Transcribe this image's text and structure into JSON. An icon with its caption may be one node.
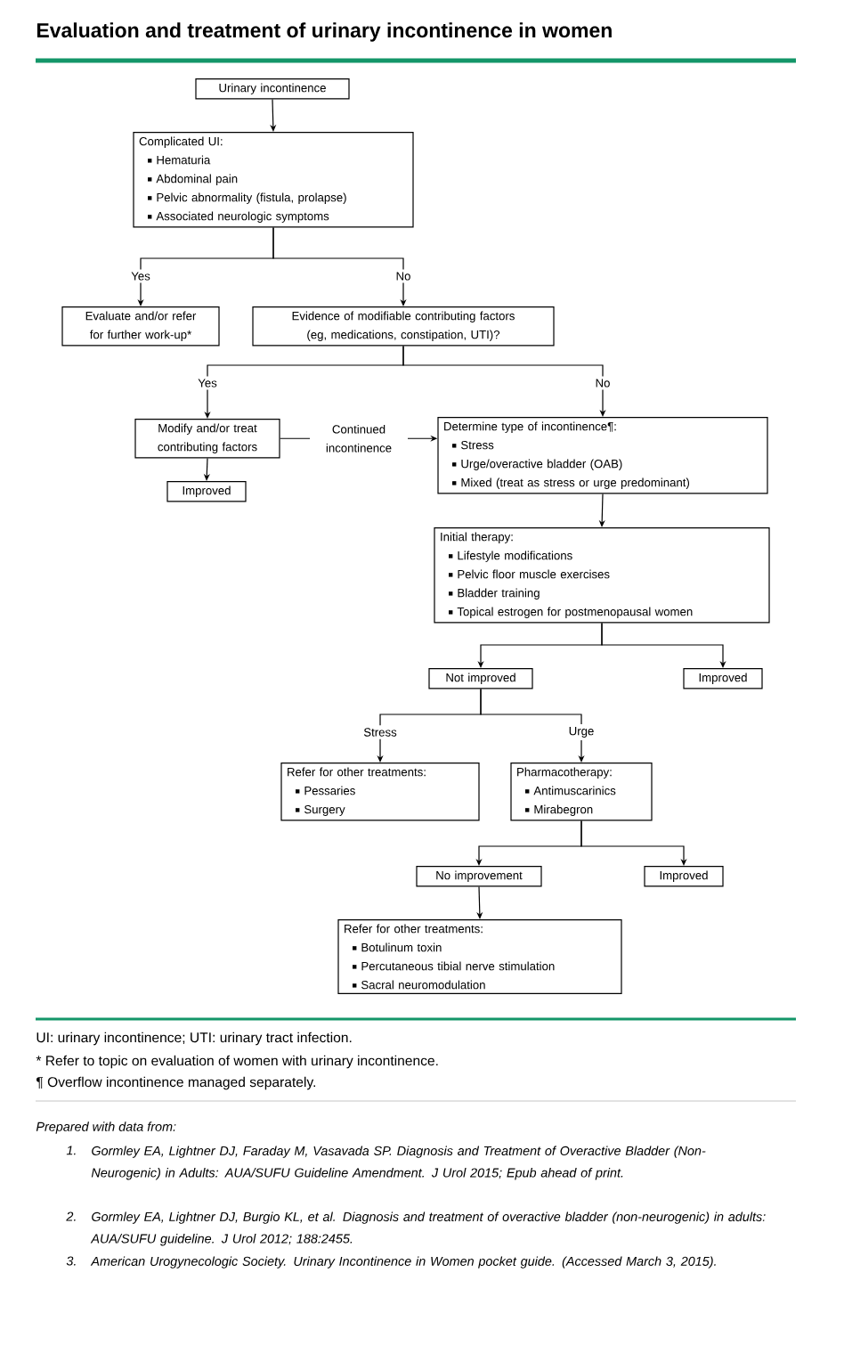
{
  "diagram": {
    "title": "Evaluation and treatment of urinary incontinence in women",
    "nodes": [
      {
        "text": [
          "Urinary incontinence"
        ]
      },
      {
        "text": [
          "Complicated UI:",
          "Hematuria",
          "Abdominal pain",
          "Pelvic abnormality (fistula, prolapse)",
          "Associated neurologic symptoms"
        ]
      },
      {
        "text": [
          "Evaluate and/or refer for further work-up*"
        ]
      },
      {
        "text": [
          "Evidence of modifiable contributing factors (eg, medications, constipation, UTI)?"
        ]
      },
      {
        "text": [
          "Modify and/or treat contributing factors"
        ]
      },
      {
        "text": [
          "Improved"
        ]
      },
      {
        "text": [
          "Determine type of incontinence¶:",
          "Stress",
          "Urge/overactive bladder (OAB)",
          "Mixed (treat as stress or urge predominant)"
        ]
      },
      {
        "text": [
          "Initial therapy:",
          "Lifestyle modifications",
          "Pelvic floor muscle exercises",
          "Bladder training",
          "Topical estrogen for postmenopausal women"
        ]
      },
      {
        "text": [
          "Not improved"
        ]
      },
      {
        "text": [
          "Improved"
        ]
      },
      {
        "text": [
          "Refer for other treatments:",
          "Pessaries",
          "Surgery"
        ]
      },
      {
        "text": [
          "Pharmacotherapy:",
          "Antimuscarinics",
          "Mirabegron"
        ]
      },
      {
        "text": [
          "No improvement"
        ]
      },
      {
        "text": [
          "Improved"
        ]
      },
      {
        "text": [
          "Refer for other treatments:",
          "Botulinum toxin",
          "Percutaneous tibial nerve stimulation",
          "Sacral neuromodulation"
        ]
      }
    ],
    "edges": [
      {
        "from": 0,
        "to": 1,
        "arrow": "to"
      },
      {
        "from": 1,
        "to": 2,
        "arrow": "to",
        "label": "Yes"
      },
      {
        "from": 1,
        "to": 3,
        "arrow": "to",
        "label": "No"
      },
      {
        "from": 3,
        "to": 4,
        "arrow": "to",
        "label": "Yes"
      },
      {
        "from": 3,
        "to": 6,
        "arrow": "to",
        "label": "No"
      },
      {
        "from": 4,
        "to": 5,
        "arrow": "to"
      },
      {
        "from": 4,
        "to": 6,
        "arrow": "to",
        "label": "Continued incontinence"
      },
      {
        "from": 6,
        "to": 7,
        "arrow": "to"
      },
      {
        "from": 7,
        "to": 8,
        "arrow": "to"
      },
      {
        "from": 7,
        "to": 9,
        "arrow": "to"
      },
      {
        "from": 8,
        "to": 10,
        "arrow": "to",
        "label": "Stress"
      },
      {
        "from": 8,
        "to": 11,
        "arrow": "to",
        "label": "Urge"
      },
      {
        "from": 11,
        "to": 12,
        "arrow": "to"
      },
      {
        "from": 11,
        "to": 13,
        "arrow": "to"
      },
      {
        "from": 12,
        "to": 14,
        "arrow": "to"
      }
    ],
    "labels": [
      "UI: urinary incontinence; UTI: urinary tract infection.",
      "* Refer to topic on evaluation of women with urinary incontinence.",
      "¶ Overflow incontinence managed separately.",
      "Prepared with data from:",
      "1.",
      "Gormley EA, Lightner DJ, Faraday M, Vasavada SP. Diagnosis and Treatment of Overactive Bladder (Non-Neurogenic) in Adults: AUA/SUFU Guideline Amendment. J Urol 2015; Epub ahead of print.",
      "2.",
      "Gormley EA, Lightner DJ, Burgio KL, et al. Diagnosis and treatment of overactive bladder (non-neurogenic) in adults: AUA/SUFU guideline. J Urol 2012; 188:2455.",
      "3.",
      "American Urogynecologic Society. Urinary Incontinence in Women pocket guide. (Accessed March 3, 2015)."
    ]
  }
}
